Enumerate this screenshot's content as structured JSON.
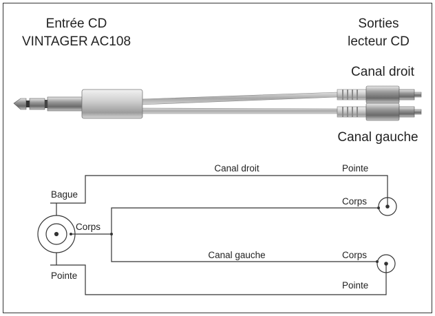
{
  "header": {
    "input_line1": "Entrée CD",
    "input_line2": "VINTAGER AC108",
    "output_line1": "Sorties",
    "output_line2": "lecteur CD"
  },
  "cable": {
    "right_channel": "Canal droit",
    "left_channel": "Canal gauche"
  },
  "schematic": {
    "bague": "Bague",
    "corps_jack": "Corps",
    "pointe_jack": "Pointe",
    "wire_right": "Canal droit",
    "wire_left": "Canal gauche",
    "rca_right_pointe": "Pointe",
    "rca_right_corps": "Corps",
    "rca_left_corps": "Corps",
    "rca_left_pointe": "Pointe"
  }
}
